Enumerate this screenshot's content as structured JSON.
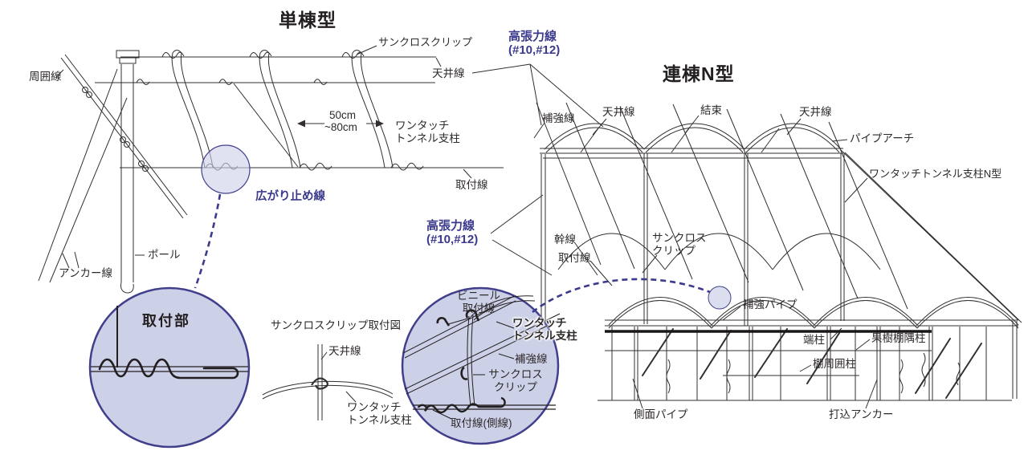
{
  "colors": {
    "ink": "#332f30",
    "navy": "#3b3a8c",
    "lavender": "#cdd1e8",
    "circle_border": "#413f8c"
  },
  "left": {
    "title": "単棟型",
    "sankuro_clip": "サンクロスクリップ",
    "tension_top_1": "高張力線",
    "tension_top_2": "(#10,#12)",
    "ceiling": "天井線",
    "perimeter": "周囲線",
    "dim_1": "50cm",
    "dim_2": "~80cm",
    "onetouch_1": "ワンタッチ",
    "onetouch_2": "トンネル支柱",
    "spread_stop": "広がり止め線",
    "attach": "取付線",
    "tension_bottom_1": "高張力線",
    "tension_bottom_2": "(#10,#12)",
    "pole": "ポール",
    "anchor": "アンカー線"
  },
  "attach_detail": {
    "title": "取付部"
  },
  "clip_fig": {
    "title": "サンクロスクリップ取付図",
    "ceiling": "天井線",
    "onetouch_1": "ワンタッチ",
    "onetouch_2": "トンネル支柱"
  },
  "side_detail": {
    "vinyl_1": "ビニール",
    "vinyl_2": "取付線",
    "onetouch_1": "ワンタッチ",
    "onetouch_2": "トンネル支柱",
    "reinforce": "補強線",
    "clip_1": "サンクロス",
    "clip_2": "クリップ",
    "attach_side": "取付線(側線)"
  },
  "right": {
    "title": "連棟N型",
    "reinforce": "補強線",
    "ceiling1": "天井線",
    "bundle": "結束",
    "ceiling2": "天井線",
    "pipe_arch": "パイプアーチ",
    "onetouch_n": "ワンタッチトンネル支柱N型",
    "main_line": "幹線",
    "attach": "取付線",
    "clip_1": "サンクロス",
    "clip_2": "クリップ",
    "reinforce_pipe": "補強パイプ",
    "end_post": "端柱",
    "orchard_corner_post": "果樹棚隅柱",
    "shelf_perimeter_post": "棚周囲柱",
    "side_pipe": "側面パイプ",
    "driven_anchor": "打込アンカー"
  }
}
